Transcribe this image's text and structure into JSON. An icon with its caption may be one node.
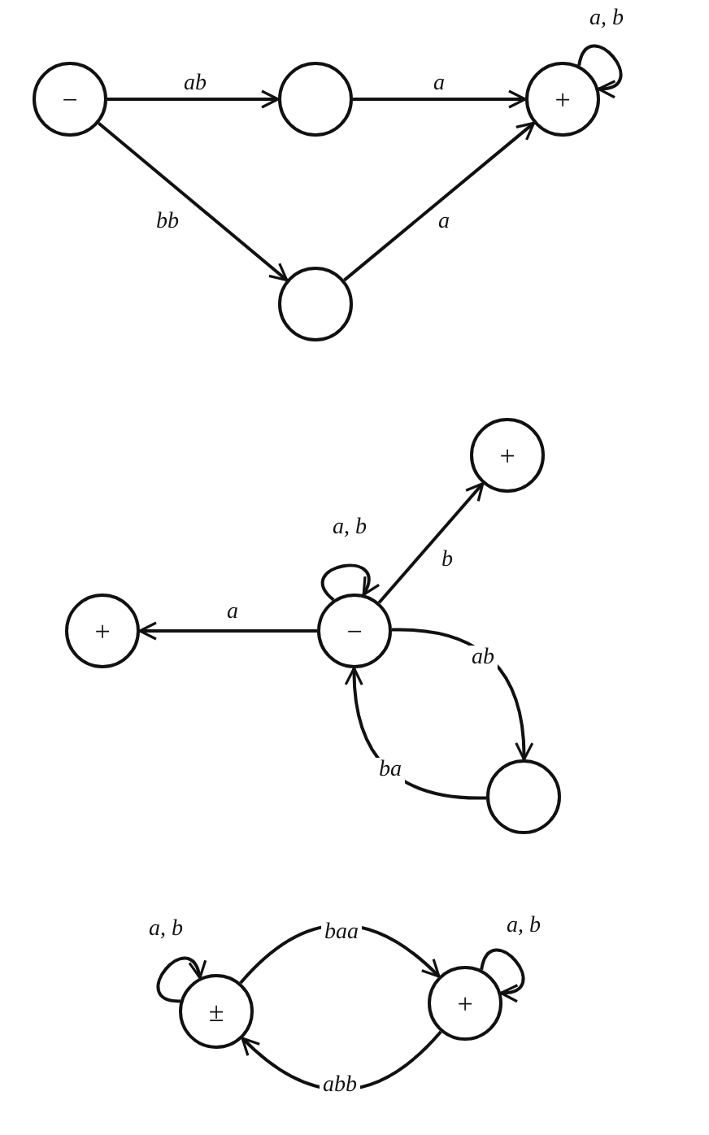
{
  "diagram": {
    "nodes": [
      {
        "text": [
          "−"
        ]
      },
      {
        "text": [],
        "shape": "circle"
      },
      {
        "text": [
          "+"
        ]
      },
      {
        "text": [],
        "shape": "circle"
      },
      {
        "text": [
          "+"
        ]
      },
      {
        "text": [
          "+"
        ]
      },
      {
        "text": [
          "−"
        ]
      },
      {
        "text": [],
        "shape": "circle"
      },
      {
        "text": [
          "±"
        ]
      },
      {
        "text": [
          "+"
        ]
      }
    ],
    "edges": [
      {
        "from": 0,
        "to": 1,
        "arrow": "to",
        "label": "ab"
      },
      {
        "from": 1,
        "to": 2,
        "arrow": "to",
        "label": "a"
      },
      {
        "from": 0,
        "to": 3,
        "arrow": "to",
        "label": "bb"
      },
      {
        "from": 3,
        "to": 2,
        "arrow": "to",
        "label": "a"
      },
      {
        "from": 2,
        "to": 2,
        "arrow": "to",
        "label": "a, b"
      },
      {
        "from": 6,
        "to": 6,
        "arrow": "to",
        "label": "a, b"
      },
      {
        "from": 6,
        "to": 4,
        "arrow": "to",
        "label": "b"
      },
      {
        "from": 6,
        "to": 5,
        "arrow": "to",
        "label": "a"
      },
      {
        "from": 6,
        "to": 7,
        "arrow": "to",
        "label": "ab"
      },
      {
        "from": 7,
        "to": 6,
        "arrow": "to",
        "label": "ba"
      },
      {
        "from": 8,
        "to": 8,
        "arrow": "to",
        "label": "a, b"
      },
      {
        "from": 9,
        "to": 9,
        "arrow": "to",
        "label": "a, b"
      },
      {
        "from": 8,
        "to": 9,
        "arrow": "to",
        "label": "baa"
      },
      {
        "from": 9,
        "to": 8,
        "arrow": "to",
        "label": "abb"
      }
    ]
  }
}
